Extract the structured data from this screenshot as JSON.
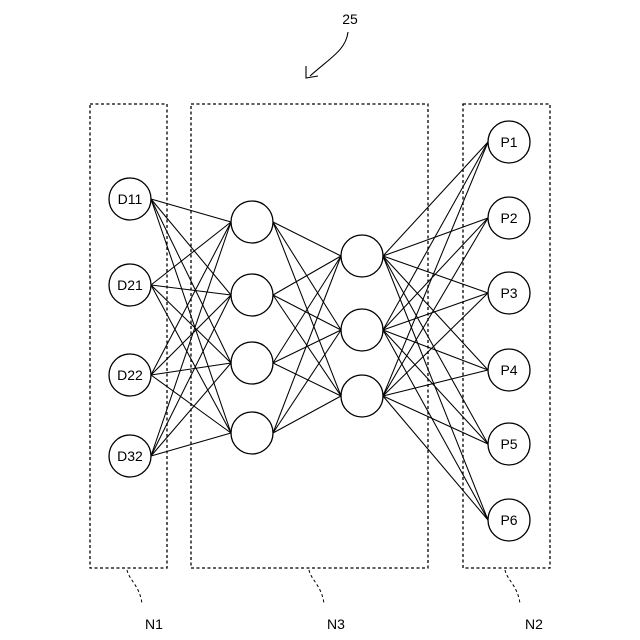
{
  "reference_numeral": "25",
  "regions": {
    "n1": "N1",
    "n3": "N3",
    "n2": "N2"
  },
  "input_nodes": [
    "D11",
    "D21",
    "D22",
    "D32"
  ],
  "hidden_layer_1_count": 4,
  "hidden_layer_2_count": 3,
  "output_nodes": [
    "P1",
    "P2",
    "P3",
    "P4",
    "P5",
    "P6"
  ]
}
